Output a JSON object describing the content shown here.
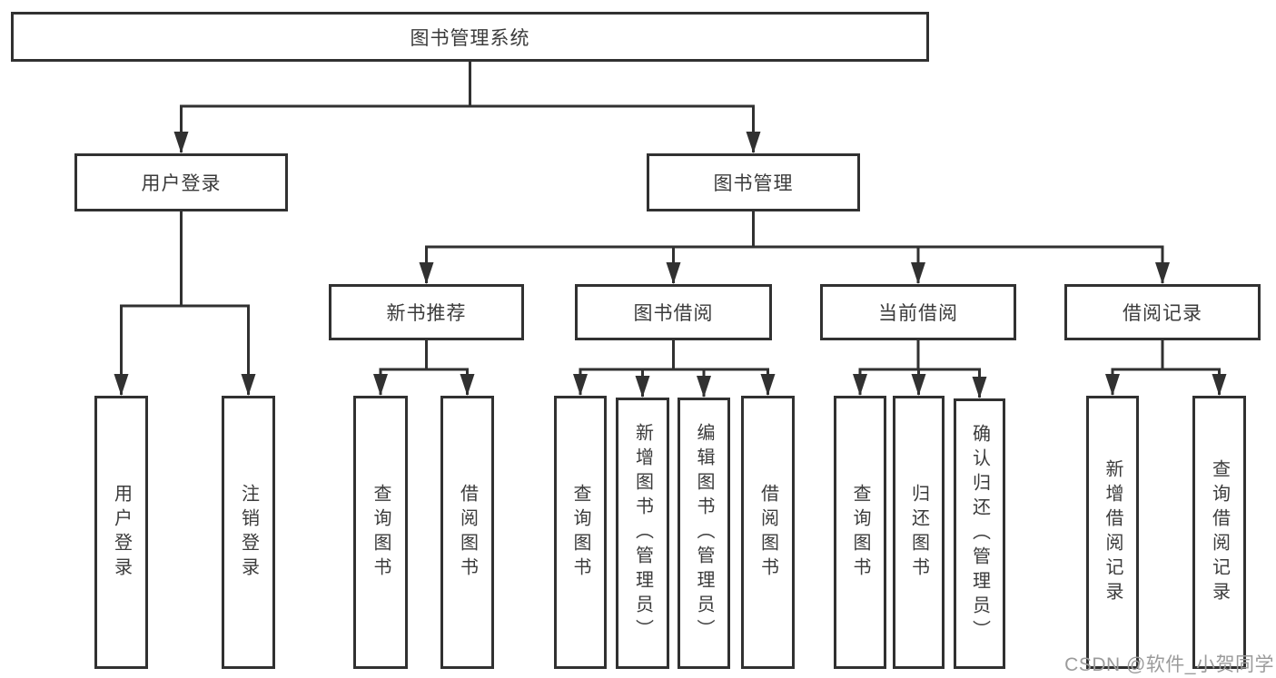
{
  "diagram": {
    "root": {
      "label": "图书管理系统"
    },
    "level1": [
      {
        "label": "用户登录"
      },
      {
        "label": "图书管理"
      }
    ],
    "level2": [
      {
        "label": "新书推荐"
      },
      {
        "label": "图书借阅"
      },
      {
        "label": "当前借阅"
      },
      {
        "label": "借阅记录"
      }
    ],
    "leaves": {
      "user_login": [
        "用户登录",
        "注销登录"
      ],
      "new_book": [
        "查询图书",
        "借阅图书"
      ],
      "book_borrow": [
        "查询图书",
        "新增图书（管理员）",
        "编辑图书（管理员）",
        "借阅图书"
      ],
      "current_borrow": [
        "查询图书",
        "归还图书",
        "确认归还（管理员）"
      ],
      "borrow_record": [
        "新增借阅记录",
        "查询借阅记录"
      ]
    },
    "colors": {
      "line": "#313131",
      "text": "#3b3b3b",
      "watermark": "#9b9b9b",
      "background": "#ffffff"
    }
  },
  "watermark": {
    "text": "CSDN @软件_小贺同学"
  }
}
